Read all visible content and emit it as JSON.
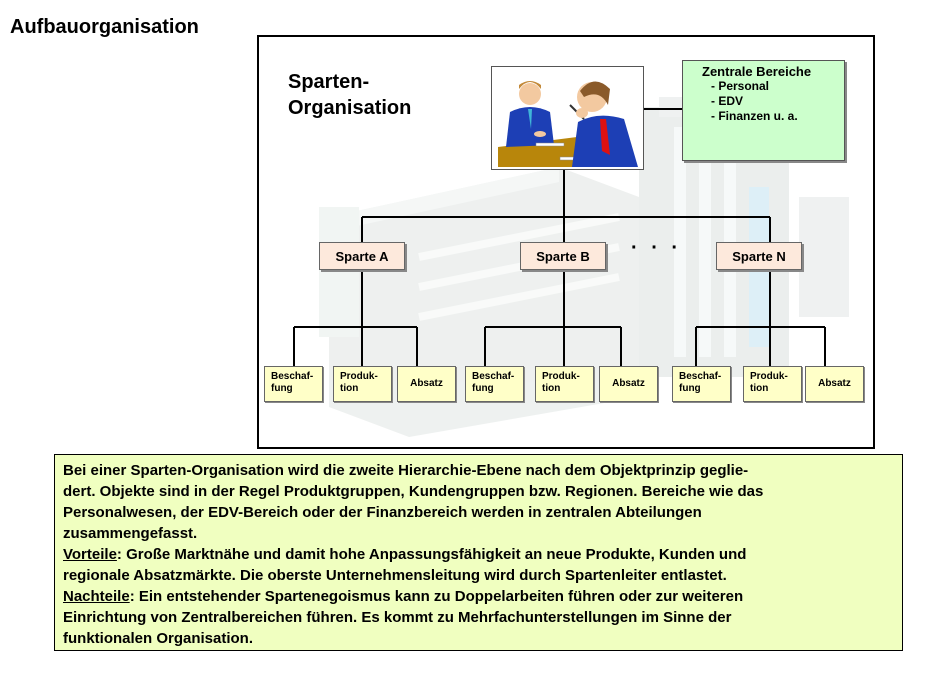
{
  "page": {
    "title": "Aufbauorganisation"
  },
  "diagram": {
    "title_line1": "Sparten-",
    "title_line2": "Organisation",
    "photo_alt": "Zwei Geschäftsleute am Besprechungstisch",
    "zentrale": {
      "title": "Zentrale Bereiche",
      "items": [
        "- Personal",
        "- EDV",
        "- Finanzen u. a."
      ]
    },
    "ellipsis": "· · ·",
    "sparten": [
      {
        "label": "Sparte A",
        "units": [
          {
            "l1": "Beschaf-",
            "l2": "fung"
          },
          {
            "l1": "Produk-",
            "l2": "tion"
          },
          {
            "l1": "Absatz",
            "l2": ""
          }
        ]
      },
      {
        "label": "Sparte B",
        "units": [
          {
            "l1": "Beschaf-",
            "l2": "fung"
          },
          {
            "l1": "Produk-",
            "l2": "tion"
          },
          {
            "l1": "Absatz",
            "l2": ""
          }
        ]
      },
      {
        "label": "Sparte N",
        "units": [
          {
            "l1": "Beschaf-",
            "l2": "fung"
          },
          {
            "l1": "Produk-",
            "l2": "tion"
          },
          {
            "l1": "Absatz",
            "l2": ""
          }
        ]
      }
    ]
  },
  "description": {
    "intro": "Bei einer Sparten-Organisation wird die zweite Hierarchie-Ebene nach dem Objektprinzip geglie-dert. Objekte sind in der Regel Produktgruppen, Kundengruppen bzw. Regionen. Bereiche wie das Personalwesen, der EDV-Bereich oder der Finanzbereich werden in zentralen Abteilungen zusammengefasst.",
    "intro_lines": [
      "Bei einer Sparten-Organisation wird die zweite Hierarchie-Ebene nach dem Objektprinzip geglie-",
      "dert. Objekte sind in der Regel Produktgruppen, Kundengruppen bzw. Regionen. Bereiche wie das",
      "Personalwesen, der EDV-Bereich oder der Finanzbereich werden in zentralen Abteilungen",
      "zusammengefasst."
    ],
    "vorteile_label": "Vorteile",
    "vorteile_lines": [
      ": Große Marktnähe und damit hohe Anpassungsfähigkeit an neue Produkte, Kunden und",
      "regionale Absatzmärkte. Die oberste Unternehmensleitung wird durch Spartenleiter entlastet."
    ],
    "nachteile_label": "Nachteile",
    "nachteile_lines": [
      ": Ein entstehender Spartenegoismus kann zu Doppelarbeiten führen oder zur weiteren",
      "Einrichtung von Zentralbereichen führen. Es kommt zu Mehrfachunterstellungen im Sinne der",
      "funktionalen Organisation."
    ]
  },
  "colors": {
    "zentrale_bg": "#ccffcc",
    "sparte_bg": "#fde9dc",
    "unit_bg": "#ffffc8",
    "textbox_bg": "#f0ffc0"
  }
}
